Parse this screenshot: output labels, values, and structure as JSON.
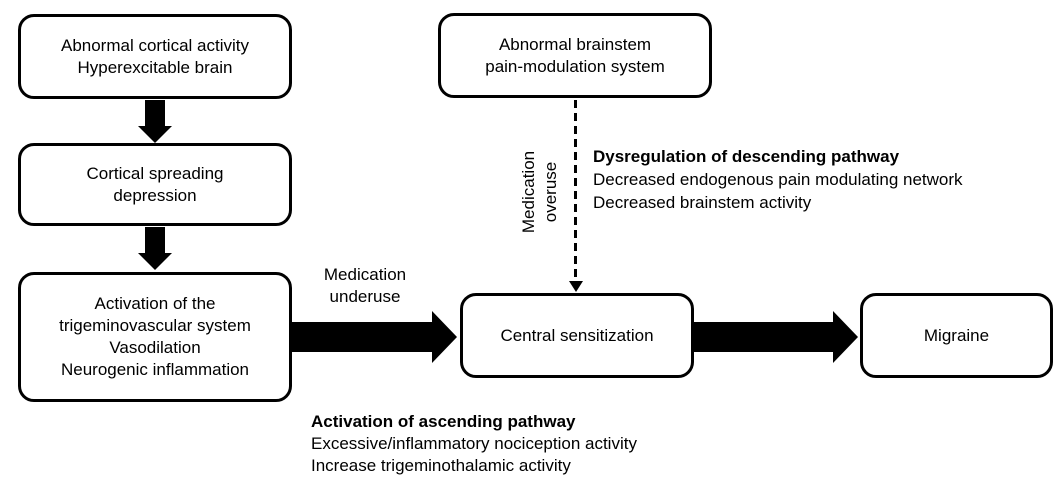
{
  "diagram": {
    "boxes": {
      "abnormal_cortical": "Abnormal cortical activity\nHyperexcitable brain",
      "cortical_spreading": "Cortical spreading\ndepression",
      "trigeminovascular": "Activation of the\ntrigeminovascular system\nVasodilation\nNeurogenic inflammation",
      "brainstem": "Abnormal brainstem\npain-modulation system",
      "central_sensitization": "Central sensitization",
      "migraine": "Migraine"
    },
    "labels": {
      "medication_underuse": "Medication\nunderuse",
      "medication_overuse": "Medication\noveruse"
    },
    "annotations": {
      "descending": {
        "title": "Dysregulation of descending pathway",
        "line1": "Decreased endogenous pain modulating network",
        "line2": "Decreased brainstem activity"
      },
      "ascending": {
        "title": "Activation of ascending pathway",
        "line1": "Excessive/inflammatory nociception activity",
        "line2": "Increase trigeminothalamic activity"
      }
    },
    "colors": {
      "ink": "#000000",
      "background": "#ffffff"
    }
  }
}
